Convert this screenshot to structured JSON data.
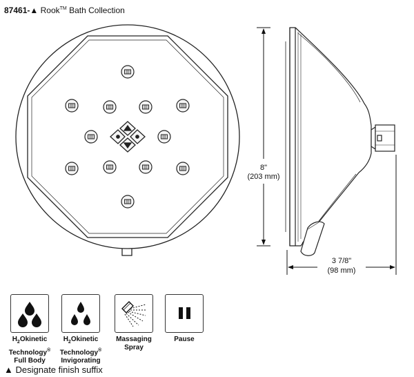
{
  "header": {
    "model": "87461-",
    "marker": "▲",
    "collection_name": "Rook",
    "trademark": "TM",
    "collection_suffix": "Bath Collection"
  },
  "dimensions": {
    "height_in": "8\"",
    "height_mm": "(203 mm)",
    "depth_in": "3 7/8\"",
    "depth_mm": "(98 mm)"
  },
  "spray_modes": [
    {
      "icon": "three-drops-icon",
      "line1": "H",
      "line1_sub": "2",
      "line1_rest": "Okinetic",
      "line2": "Technology",
      "line2_mark": "®",
      "line3": "Full Body"
    },
    {
      "icon": "three-drops-icon",
      "line1": "H",
      "line1_sub": "2",
      "line1_rest": "Okinetic",
      "line2": "Technology",
      "line2_mark": "®",
      "line3": "Invigorating"
    },
    {
      "icon": "spray-head-icon",
      "line1": "Massaging",
      "line2": "Spray"
    },
    {
      "icon": "pause-icon",
      "line1": "Pause"
    }
  ],
  "footnote": {
    "marker": "▲",
    "text": "Designate finish suffix"
  },
  "colors": {
    "line": "#222222",
    "nozzle_fill": "#f4f4f4"
  }
}
